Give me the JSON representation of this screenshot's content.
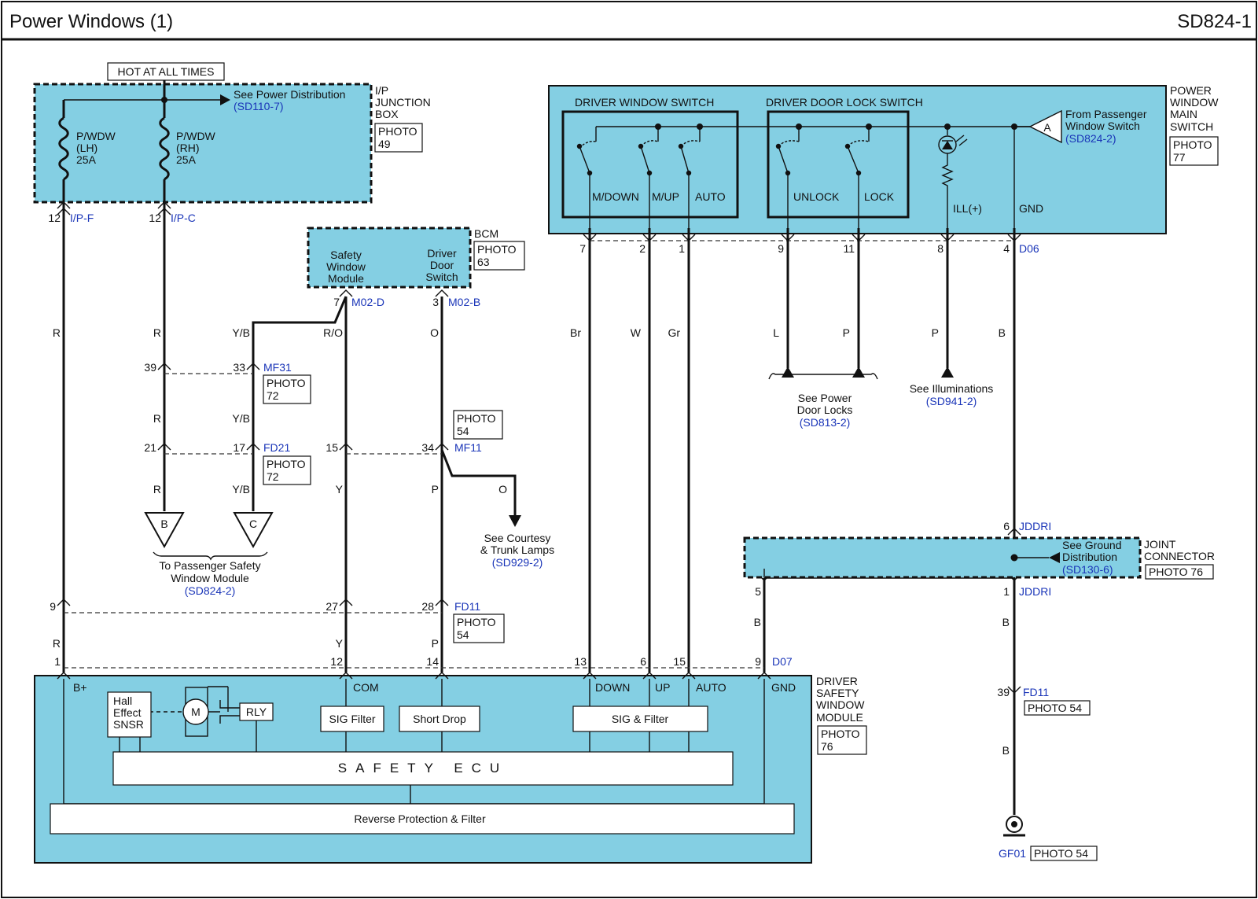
{
  "header": {
    "title": "Power Windows (1)",
    "code": "SD824-1"
  },
  "hot_label": "HOT AT ALL TIMES",
  "junction_box": {
    "name": [
      "I/P",
      "JUNCTION",
      "BOX"
    ],
    "photo": [
      "PHOTO",
      "49"
    ],
    "see_label": "See Power Distribution",
    "see_ref": "(SD110-7)",
    "fuses": [
      {
        "lines": [
          "P/WDW",
          "(LH)",
          "25A"
        ],
        "pin": "12",
        "conn": "I/P-F"
      },
      {
        "lines": [
          "P/WDW",
          "(RH)",
          "25A"
        ],
        "pin": "12",
        "conn": "I/P-C"
      }
    ]
  },
  "bcm": {
    "name": "BCM",
    "photo": [
      "PHOTO",
      "63"
    ],
    "inner_left": [
      "Safety",
      "Window",
      "Module"
    ],
    "inner_right": [
      "Driver",
      "Door",
      "Switch"
    ],
    "pin_left": "7",
    "conn_left": "M02-D",
    "pin_right": "3",
    "conn_right": "M02-B"
  },
  "main_switch": {
    "name": [
      "POWER",
      "WINDOW",
      "MAIN",
      "SWITCH"
    ],
    "photo": [
      "PHOTO",
      "77"
    ],
    "window_switch_title": "DRIVER WINDOW SWITCH",
    "door_lock_title": "DRIVER DOOR LOCK SWITCH",
    "from_label": [
      "From Passenger",
      "Window Switch"
    ],
    "from_ref": "(SD824-2)",
    "from_tag": "A",
    "terminals": [
      "M/DOWN",
      "M/UP",
      "AUTO",
      "UNLOCK",
      "LOCK",
      "ILL(+)",
      "GND"
    ],
    "pins": [
      "7",
      "2",
      "1",
      "9",
      "11",
      "8",
      "4"
    ],
    "conn": "D06",
    "wire_colors": [
      "Br",
      "W",
      "Gr",
      "L",
      "P",
      "P",
      "B"
    ]
  },
  "power_door_locks": {
    "label": [
      "See Power",
      "Door Locks"
    ],
    "ref": "(SD813-2)"
  },
  "illuminations": {
    "label": "See Illuminations",
    "ref": "(SD941-2)"
  },
  "left_wires": {
    "r1": "R",
    "r2": "R",
    "r3": "R",
    "r4": "R",
    "r5": "R",
    "yb1": "Y/B",
    "yb2": "Y/B",
    "yb3": "Y/B",
    "ro": "R/O",
    "o": "O",
    "y1": "Y",
    "y2": "Y",
    "p1": "P",
    "p2": "P",
    "o_branch": "O"
  },
  "connectors": {
    "mf31": {
      "pin_left": "39",
      "pin_right": "33",
      "name": "MF31",
      "photo": [
        "PHOTO",
        "72"
      ]
    },
    "fd21": {
      "pin_left": "21",
      "pin_right": "17",
      "name": "FD21",
      "photo": [
        "PHOTO",
        "72"
      ]
    },
    "mf11": {
      "pin_left": "15",
      "pin_right": "34",
      "name": "MF11",
      "photo": [
        "PHOTO",
        "54"
      ]
    },
    "fd11": {
      "pin_left": "9",
      "pin_mid": "27",
      "pin_right": "28",
      "name": "FD11",
      "photo": [
        "PHOTO",
        "54"
      ]
    },
    "d07": {
      "pins": [
        "1",
        "12",
        "14",
        "13",
        "6",
        "15",
        "9"
      ],
      "name": "D07"
    }
  },
  "passenger_safety": {
    "tags": [
      "B",
      "C"
    ],
    "label": [
      "To Passenger Safety",
      "Window Module"
    ],
    "ref": "(SD824-2)"
  },
  "courtesy": {
    "label": [
      "See Courtesy",
      "& Trunk Lamps"
    ],
    "ref": "(SD929-2)"
  },
  "joint_connector": {
    "name": [
      "JOINT",
      "CONNECTOR"
    ],
    "photo": "PHOTO 76",
    "see_label": [
      "See Ground",
      "Distribution"
    ],
    "see_ref": "(SD130-6)",
    "pin_top": "6",
    "conn_top": "JDDRI",
    "pin_bot": "1",
    "conn_bot": "JDDRI",
    "pin_left": "5",
    "wire_left": "B",
    "wire_right": "B"
  },
  "ground": {
    "pin": "39",
    "conn": "FD11",
    "photo": "PHOTO 54",
    "wire": "B",
    "name": "GF01",
    "ground_photo": "PHOTO 54"
  },
  "module": {
    "name": [
      "DRIVER",
      "SAFETY",
      "WINDOW",
      "MODULE"
    ],
    "photo": [
      "PHOTO",
      "76"
    ],
    "terminals": {
      "bplus": "B+",
      "com": "COM",
      "down": "DOWN",
      "up": "UP",
      "auto": "AUTO",
      "gnd": "GND"
    },
    "hall": [
      "Hall",
      "Effect",
      "SNSR"
    ],
    "motor": "M",
    "relay": "RLY",
    "sig_filter": "SIG Filter",
    "short_drop": "Short Drop",
    "sig_and_filter": "SIG & Filter",
    "ecu": "SAFETY ECU",
    "reverse": "Reverse Protection & Filter"
  }
}
